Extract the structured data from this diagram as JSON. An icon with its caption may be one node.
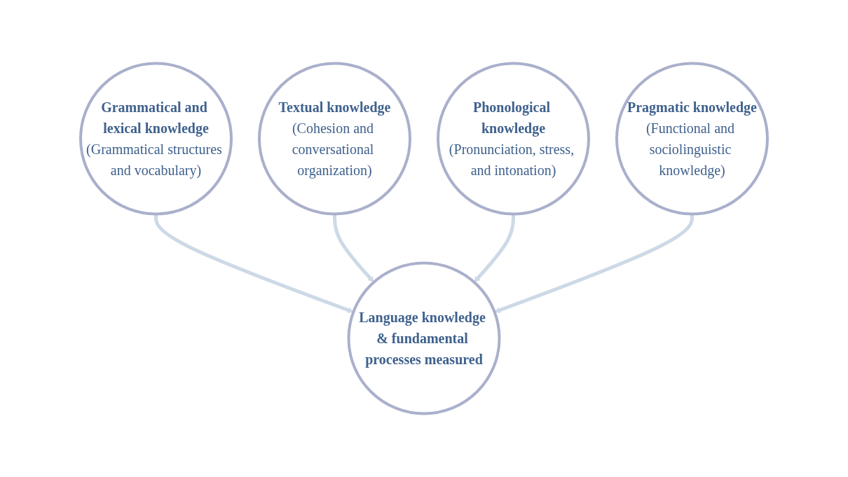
{
  "diagram": {
    "nodes": [
      {
        "text": [
          "Grammatical and lexical knowledge",
          "(Grammatical structures and vocabulary)"
        ]
      },
      {
        "text": [
          "Textual knowledge",
          "(Cohesion and conversational organization)"
        ]
      },
      {
        "text": [
          "Phonological knowledge",
          "(Pronunciation, stress, and intonation)"
        ]
      },
      {
        "text": [
          "Pragmatic knowledge",
          "(Functional and sociolinguistic knowledge)"
        ]
      },
      {
        "text": [
          "Language knowledge & fundamental processes measured"
        ]
      }
    ],
    "edges": [
      {
        "from": 0,
        "to": 4,
        "arrow": "to"
      },
      {
        "from": 1,
        "to": 4,
        "arrow": "to"
      },
      {
        "from": 2,
        "to": 4,
        "arrow": "to"
      },
      {
        "from": 3,
        "to": 4,
        "arrow": "to"
      }
    ]
  }
}
